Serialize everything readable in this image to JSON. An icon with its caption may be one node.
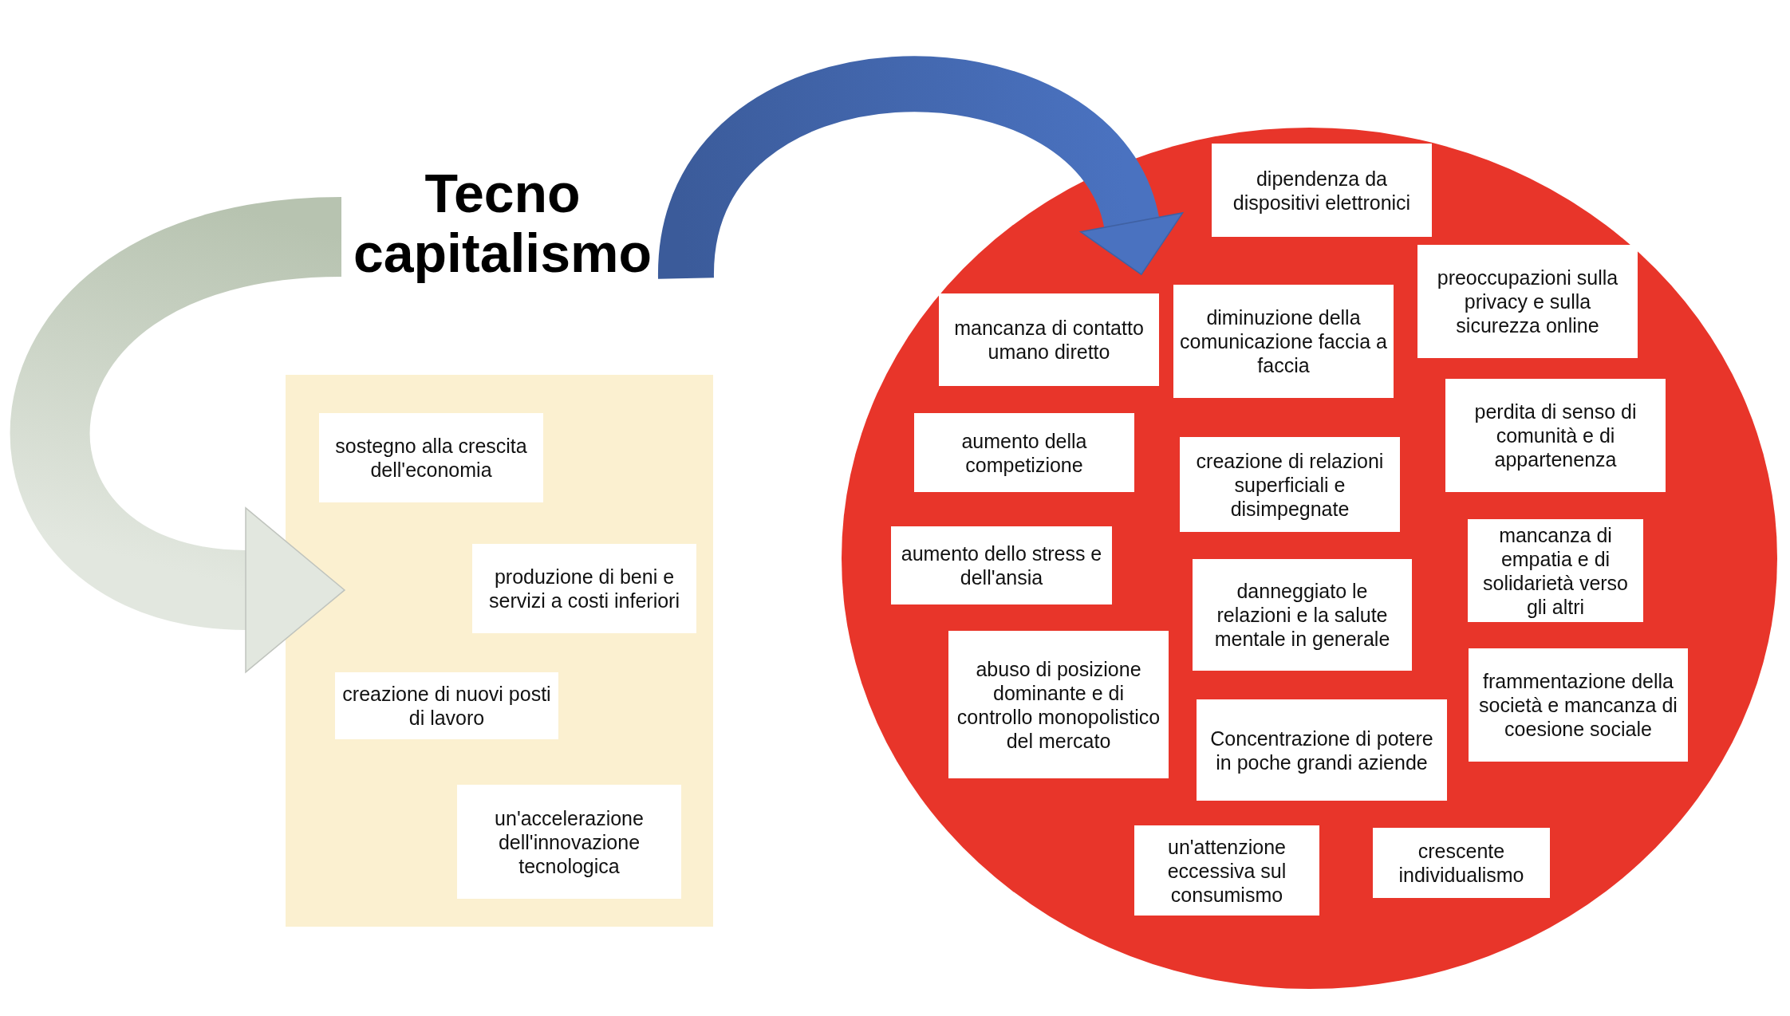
{
  "diagram": {
    "nodes": [
      {
        "text": [
          "Tecno capitalismo"
        ]
      },
      {
        "text": [],
        "shape": "box"
      },
      {
        "text": [
          "sostegno alla crescita dell'economia"
        ],
        "in": 1
      },
      {
        "text": [
          "produzione di beni e servizi a costi inferiori"
        ],
        "in": 1
      },
      {
        "text": [
          "creazione di nuovi posti di lavoro"
        ],
        "in": 1
      },
      {
        "text": [
          "un'accelerazione dell'innovazione tecnologica"
        ],
        "in": 1
      },
      {
        "text": [],
        "shape": "circle"
      },
      {
        "text": [
          "dipendenza da dispositivi elettronici"
        ],
        "in": 6
      },
      {
        "text": [
          "mancanza di contatto umano diretto"
        ],
        "in": 6
      },
      {
        "text": [
          "diminuzione della comunicazione faccia a faccia"
        ],
        "in": 6
      },
      {
        "text": [
          "preoccupazioni sulla privacy e sulla sicurezza online"
        ],
        "in": 6
      },
      {
        "text": [
          "aumento della competizione"
        ],
        "in": 6
      },
      {
        "text": [
          "creazione di relazioni superficiali e disimpegnate"
        ],
        "in": 6
      },
      {
        "text": [
          "perdita di senso di comunità e di appartenenza"
        ],
        "in": 6
      },
      {
        "text": [
          "aumento dello stress e dell'ansia"
        ],
        "in": 6
      },
      {
        "text": [
          "danneggiato le relazioni e la salute mentale in generale"
        ],
        "in": 6
      },
      {
        "text": [
          "mancanza di empatia e di solidarietà verso gli altri"
        ],
        "in": 6
      },
      {
        "text": [
          "abuso di posizione dominante e di controllo monopolistico del mercato"
        ],
        "in": 6
      },
      {
        "text": [
          "Concentrazione di potere in poche grandi aziende"
        ],
        "in": 6
      },
      {
        "text": [
          "frammentazione della società e mancanza di coesione sociale"
        ],
        "in": 6
      },
      {
        "text": [
          "un'attenzione eccessiva sul consumismo"
        ],
        "in": 6
      },
      {
        "text": [
          "crescente individualismo"
        ],
        "in": 6
      }
    ],
    "edges": [
      {
        "from": 0,
        "to": 1,
        "arrow": "to",
        "style": "thick",
        "color": "#b7c3b0"
      },
      {
        "from": 0,
        "to": 6,
        "arrow": "to",
        "style": "thick",
        "color": "#4a72c0"
      }
    ]
  }
}
